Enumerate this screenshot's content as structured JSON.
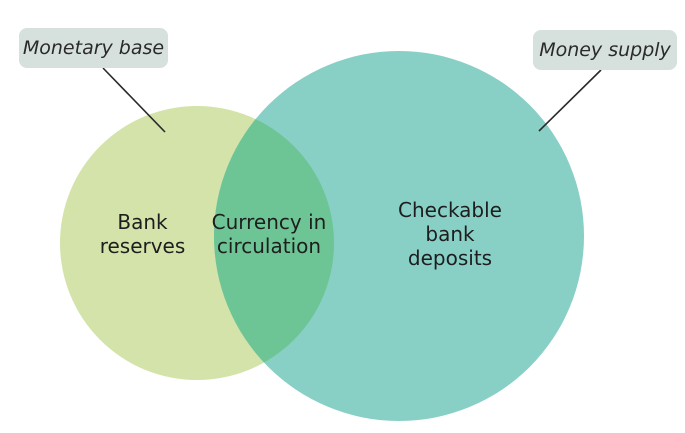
{
  "callouts": {
    "monetary_base": "Monetary base",
    "money_supply": "Money supply"
  },
  "regions": {
    "bank_reserves": [
      "Bank",
      "reserves"
    ],
    "currency": [
      "Currency in",
      "circulation"
    ],
    "checkable_deposits": [
      "Checkable",
      "bank",
      "deposits"
    ]
  },
  "colors": {
    "monetary_base_fill": "#d3e3a9",
    "money_supply_fill": "#88cfc6",
    "overlap_fill": "#6dc595",
    "callout_bg": "#d6e0dc",
    "leader_line": "#2a2a2a"
  }
}
